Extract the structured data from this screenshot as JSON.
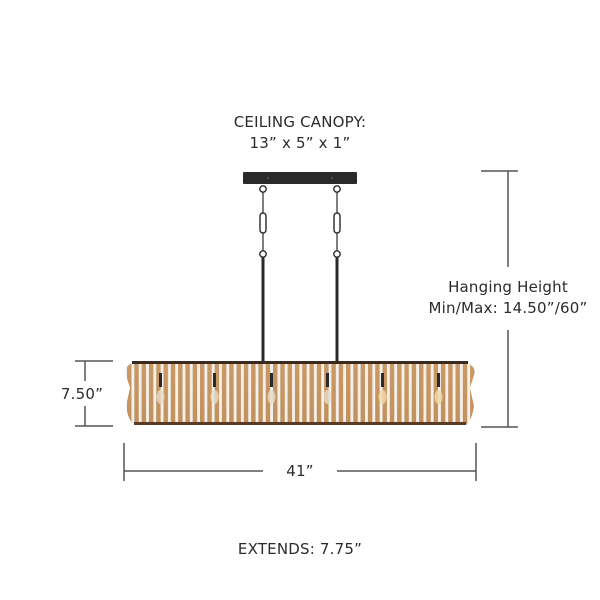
{
  "canopy": {
    "title": "CEILING CANOPY:",
    "dims": "13” x 5” x 1”"
  },
  "hanging_height": {
    "line1": "Hanging Height",
    "line2": "Min/Max: 14.50”/60”"
  },
  "shade_height": "7.50”",
  "width": "41”",
  "extends": "EXTENDS: 7.75”",
  "colors": {
    "dimension_line": "#555555",
    "metal": "#2a2a2a",
    "wood_light": "#c89a63",
    "wood_dark": "#8a5a30",
    "text": "#2b2b2b"
  }
}
